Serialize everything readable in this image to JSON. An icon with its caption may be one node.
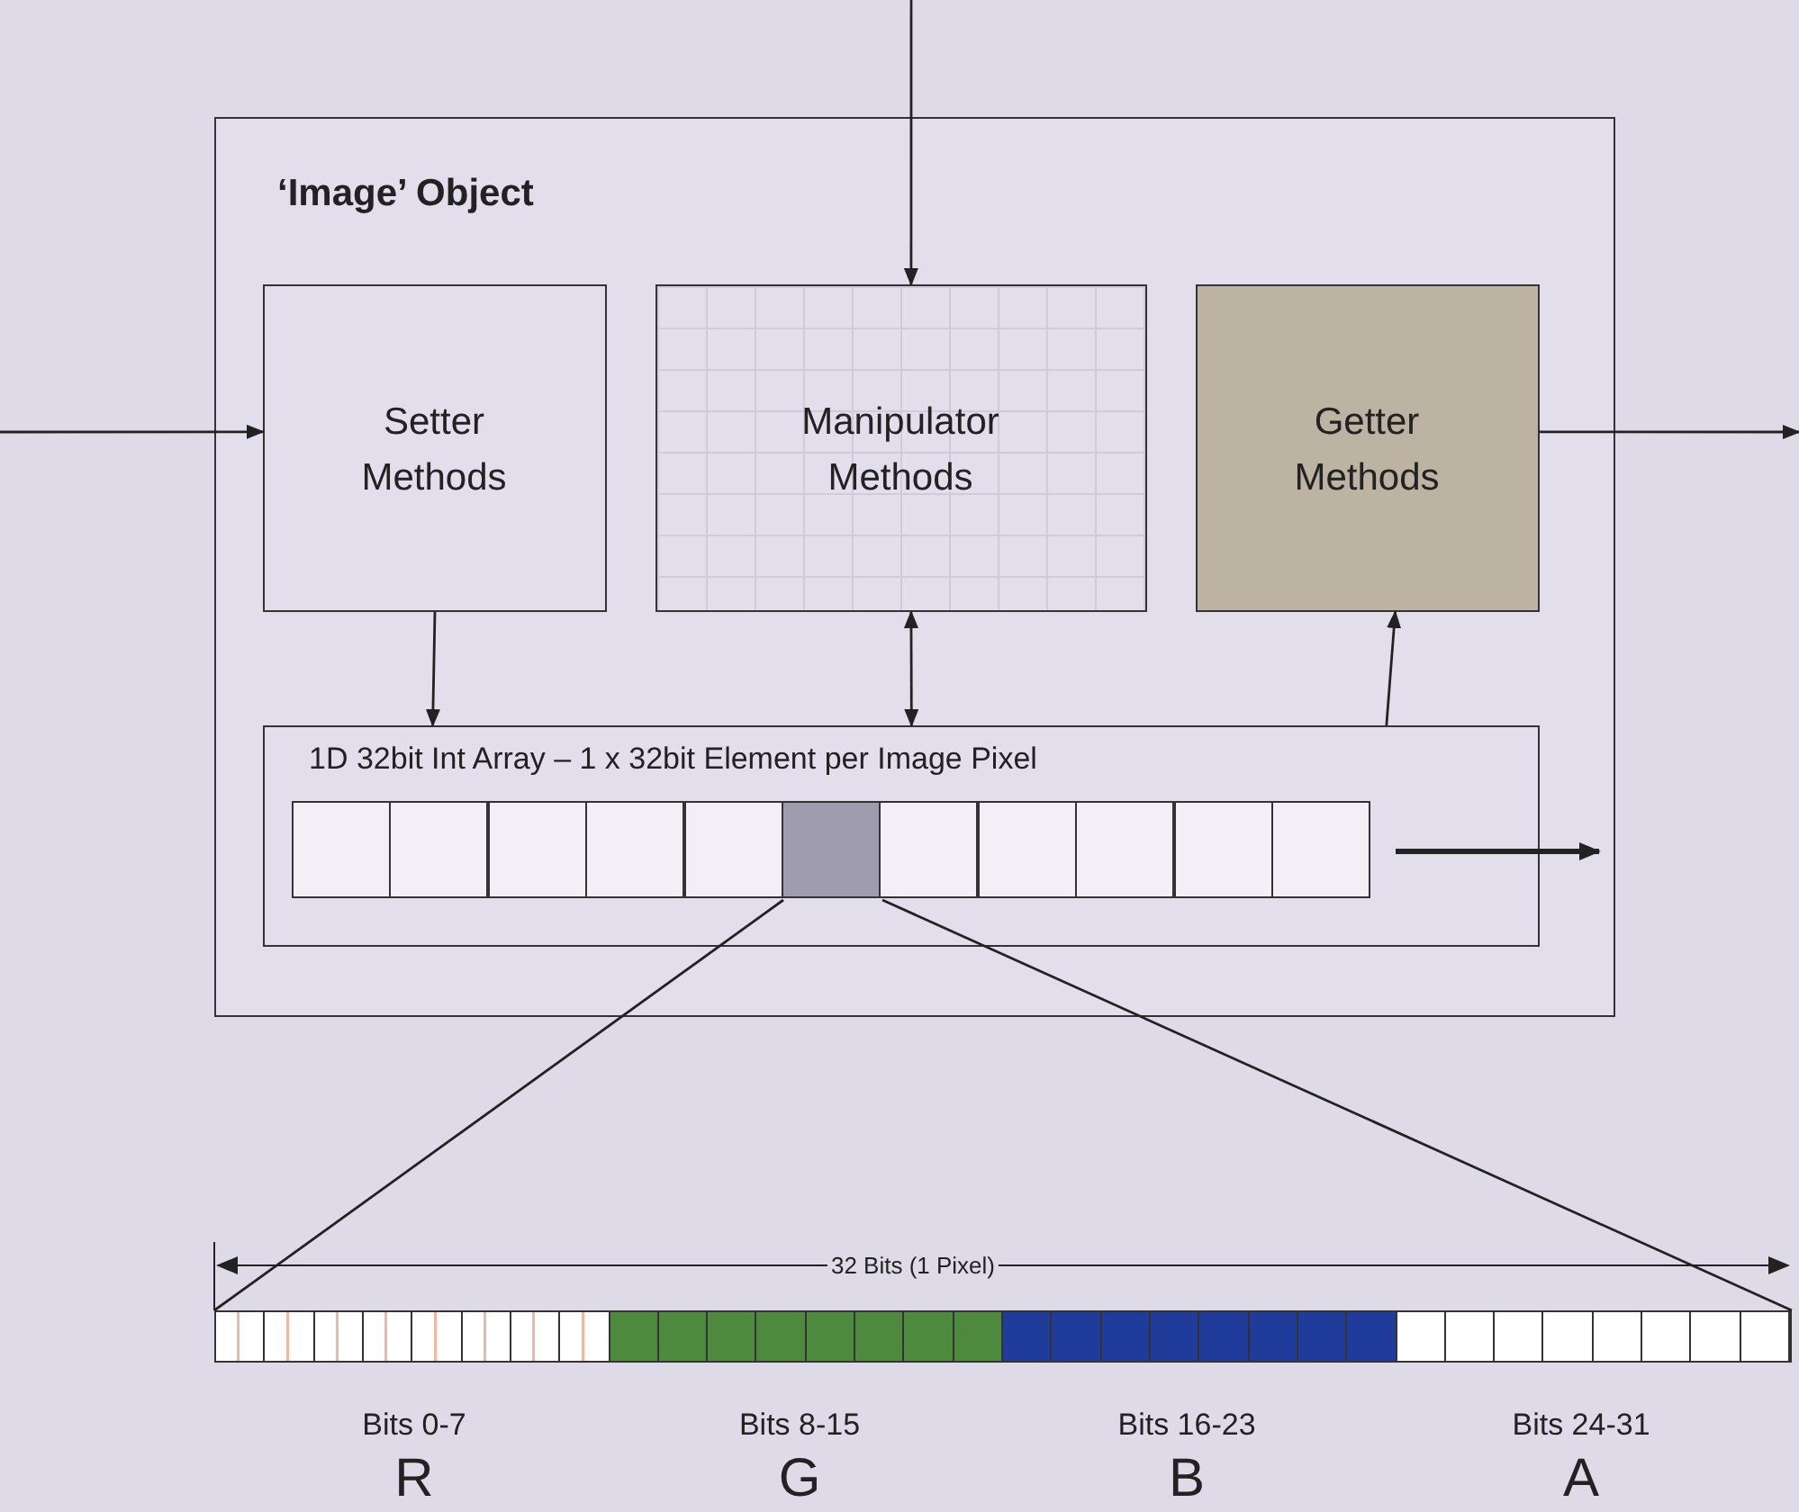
{
  "diagram": {
    "nodes": [
      {
        "text": [
          "‘Image’ Object"
        ]
      },
      {
        "text": [
          "Setter Methods"
        ],
        "in": 0
      },
      {
        "text": [
          "Manipulator Methods"
        ],
        "in": 0
      },
      {
        "text": [
          "Getter Methods"
        ],
        "in": 0
      },
      {
        "text": [
          "1D 32bit Int Array – 1 x 32bit Element per Image Pixel"
        ],
        "in": 0
      },
      {
        "text": [],
        "shape": "box",
        "in": 4
      },
      {
        "text": [],
        "shape": "box",
        "in": 4
      },
      {
        "text": [],
        "shape": "box",
        "in": 4
      },
      {
        "text": [],
        "shape": "box",
        "in": 4
      },
      {
        "text": [],
        "shape": "box",
        "in": 4
      },
      {
        "text": [],
        "shape": "box",
        "in": 4
      },
      {
        "text": [],
        "shape": "box",
        "in": 4
      },
      {
        "text": [],
        "shape": "box",
        "in": 4
      },
      {
        "text": [],
        "shape": "box",
        "in": 4
      },
      {
        "text": [],
        "shape": "box",
        "in": 4
      },
      {
        "text": [],
        "shape": "box",
        "in": 4
      },
      {
        "text": [],
        "shape": "bar"
      }
    ],
    "edges": [
      {
        "from": null,
        "to": 1,
        "arrow": "to"
      },
      {
        "from": null,
        "to": 2,
        "arrow": "to"
      },
      {
        "from": 3,
        "to": null,
        "arrow": "to"
      },
      {
        "from": 1,
        "to": 4,
        "arrow": "to"
      },
      {
        "from": 2,
        "to": 4,
        "arrow": "both"
      },
      {
        "from": 4,
        "to": 3,
        "arrow": "to"
      },
      {
        "from": 10,
        "to": 16,
        "arrow": "none"
      },
      {
        "from": 10,
        "to": 16,
        "arrow": "none"
      }
    ],
    "labels": [
      "32 Bits (1 Pixel)",
      "Bits 0-7",
      "Bits 8-15",
      "Bits 16-23",
      "Bits 24-31",
      "R",
      "G",
      "B",
      "A"
    ]
  }
}
